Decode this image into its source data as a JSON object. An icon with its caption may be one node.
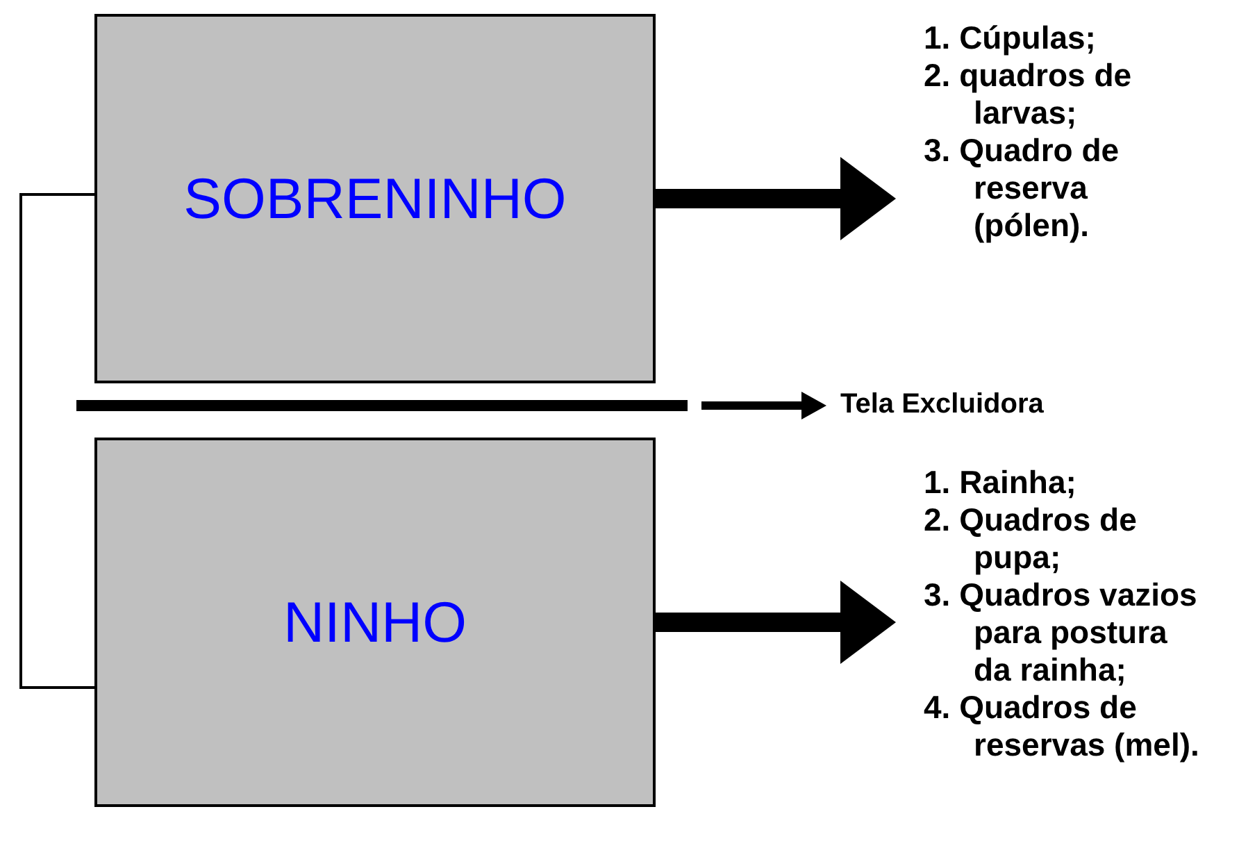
{
  "diagram": {
    "nodes": [
      {
        "text": [
          "SOBRENINHO"
        ]
      },
      {
        "text": [
          "1. Cúpulas;",
          "2. quadros de larvas;",
          "3. Quadro de reserva (pólen)."
        ]
      },
      {
        "text": [],
        "shape": "bar"
      },
      {
        "text": [
          "Tela Excluidora"
        ]
      },
      {
        "text": [
          "NINHO"
        ]
      },
      {
        "text": [
          "1. Rainha;",
          "2. Quadros de pupa;",
          "3. Quadros vazios para postura da rainha;",
          "4. Quadros de reservas (mel)."
        ]
      }
    ],
    "edges": [
      {
        "from": 0,
        "to": 1,
        "arrow": "to",
        "style": "thick"
      },
      {
        "from": 2,
        "to": 3,
        "arrow": "to"
      },
      {
        "from": 4,
        "to": 5,
        "arrow": "to",
        "style": "thick"
      },
      {
        "from": 0,
        "to": 4,
        "arrow": "none"
      }
    ]
  }
}
